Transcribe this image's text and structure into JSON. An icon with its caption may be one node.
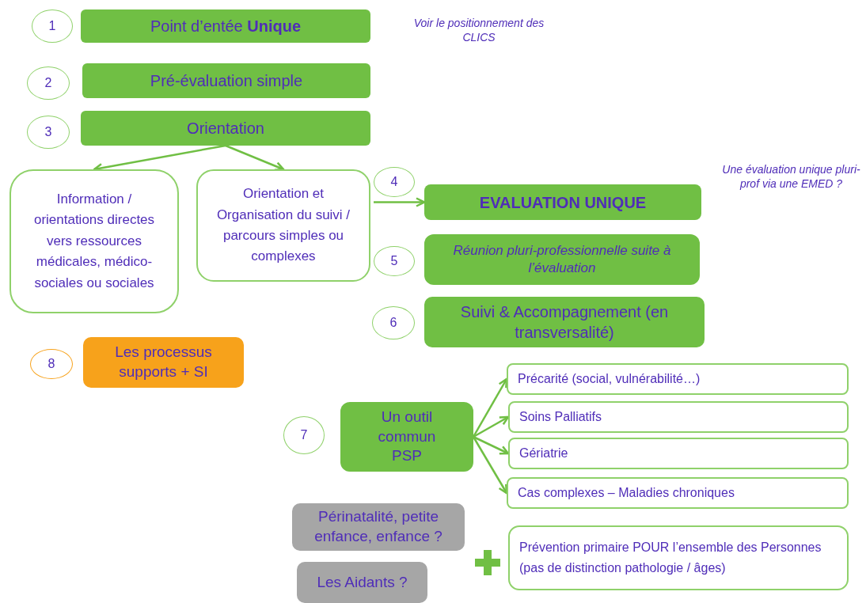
{
  "diagram": {
    "nodes": [
      {
        "text": [
          "1"
        ]
      },
      {
        "text": [
          "Point d’entée **Unique**"
        ]
      },
      {
        "text": [
          "2"
        ]
      },
      {
        "text": [
          "Pré-évaluation simple"
        ]
      },
      {
        "text": [
          "3"
        ]
      },
      {
        "text": [
          "Orientation"
        ]
      },
      {
        "text": [
          "Information / orientations directes vers ressources médicales, médico-sociales ou sociales"
        ]
      },
      {
        "text": [
          "Orientation et Organisation du suivi / parcours simples ou complexes"
        ]
      },
      {
        "text": [
          "4"
        ]
      },
      {
        "text": [
          "EVALUATION UNIQUE"
        ]
      },
      {
        "text": [
          "5"
        ]
      },
      {
        "text": [
          "Réunion pluri-professionnelle suite à l’évaluation"
        ]
      },
      {
        "text": [
          "6"
        ]
      },
      {
        "text": [
          "Suivi & Accompagnement (en transversalité)"
        ]
      },
      {
        "text": [
          "8"
        ]
      },
      {
        "text": [
          "Les processus supports + SI"
        ]
      },
      {
        "text": [
          "Précarité (social, vulnérabilité…)"
        ]
      },
      {
        "text": [
          "7"
        ]
      },
      {
        "text": [
          "Un outil commun PSP"
        ]
      },
      {
        "text": [
          "Soins Palliatifs"
        ]
      },
      {
        "text": [
          "Gériatrie"
        ]
      },
      {
        "text": [
          "Cas complexes – Maladies chroniques"
        ]
      },
      {
        "text": [
          "Périnatalité, petite enfance, enfance ?"
        ]
      },
      {
        "text": [
          "Prévention primaire POUR l’ensemble des Personnes (pas de distinction pathologie / âges)"
        ]
      },
      {
        "text": [
          "Les Aidants ?"
        ]
      }
    ],
    "edges": [
      {
        "from": 5,
        "to": 6,
        "arrow": "to"
      },
      {
        "from": 5,
        "to": 7,
        "arrow": "to"
      },
      {
        "from": 7,
        "to": 9,
        "arrow": "to"
      },
      {
        "from": 18,
        "to": 16,
        "arrow": "to"
      },
      {
        "from": 18,
        "to": 19,
        "arrow": "to"
      },
      {
        "from": 18,
        "to": 20,
        "arrow": "to"
      },
      {
        "from": 18,
        "to": 21,
        "arrow": "to"
      }
    ],
    "labels": [
      "Voir le positionnement des CLICS",
      "Une évaluation unique pluri-prof via une EMED ?"
    ]
  }
}
